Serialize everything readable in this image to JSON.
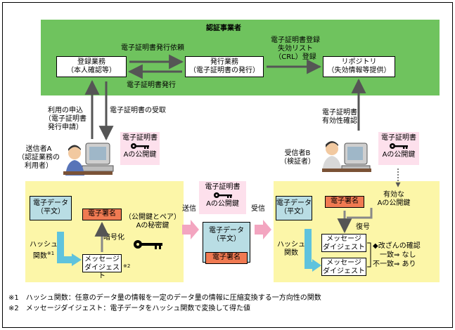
{
  "authority": {
    "title": "認証事業者"
  },
  "boxes": {
    "registration": [
      "登録業務",
      "（本人確認等）"
    ],
    "issuance": [
      "発行業務",
      "（電子証明書の発行）"
    ],
    "repository": [
      "リポジトリ",
      "（失効情報等提供）"
    ]
  },
  "labels": {
    "issue_request": "電子証明書発行依頼",
    "issue": "電子証明書発行",
    "crl": [
      "電子証明書登録",
      "失効リスト",
      "（CRL）登録"
    ],
    "apply": [
      "利用の申込",
      "（電子証明書",
      "発行申請）"
    ],
    "receive_cert": "電子証明書の受取",
    "validity_check": [
      "電子証明書",
      "有効性確認"
    ],
    "sender": [
      "送信者A",
      "（認証業務の",
      "利用者）"
    ],
    "receiver": [
      "受信者B",
      "（検証者）"
    ],
    "send": "送信",
    "receive": "受信",
    "pair_key": [
      "（公開鍵とペア）",
      "Aの秘密鍵"
    ],
    "encrypt": "暗号化",
    "hash_left": [
      "ハッシュ",
      "関数"
    ],
    "hash_left_sup": "※1",
    "digest_sup": "※2",
    "hash_right": [
      "ハッシュ",
      "関数"
    ],
    "decrypt": "復号",
    "valid_key": [
      "有効な",
      "Aの公開鍵"
    ],
    "tamper": [
      "◆改ざんの確認",
      "一致⇒ なし",
      "不一致⇒ あり"
    ]
  },
  "documents": {
    "cert_title": "電子証明書",
    "cert_key": "Aの公開鍵"
  },
  "data_box": [
    "電子データ",
    "（平文）"
  ],
  "signature": "電子署名",
  "digest": [
    "メッセージ",
    "ダイジェスト"
  ],
  "footnotes": [
    "※1　ハッシュ関数：任意のデータ量の情報を一定のデータ量の情報に圧縮変換する一方向性の関数",
    "※2　メッセージダイジェスト：電子データをハッシュ関数で変換して得た値"
  ]
}
